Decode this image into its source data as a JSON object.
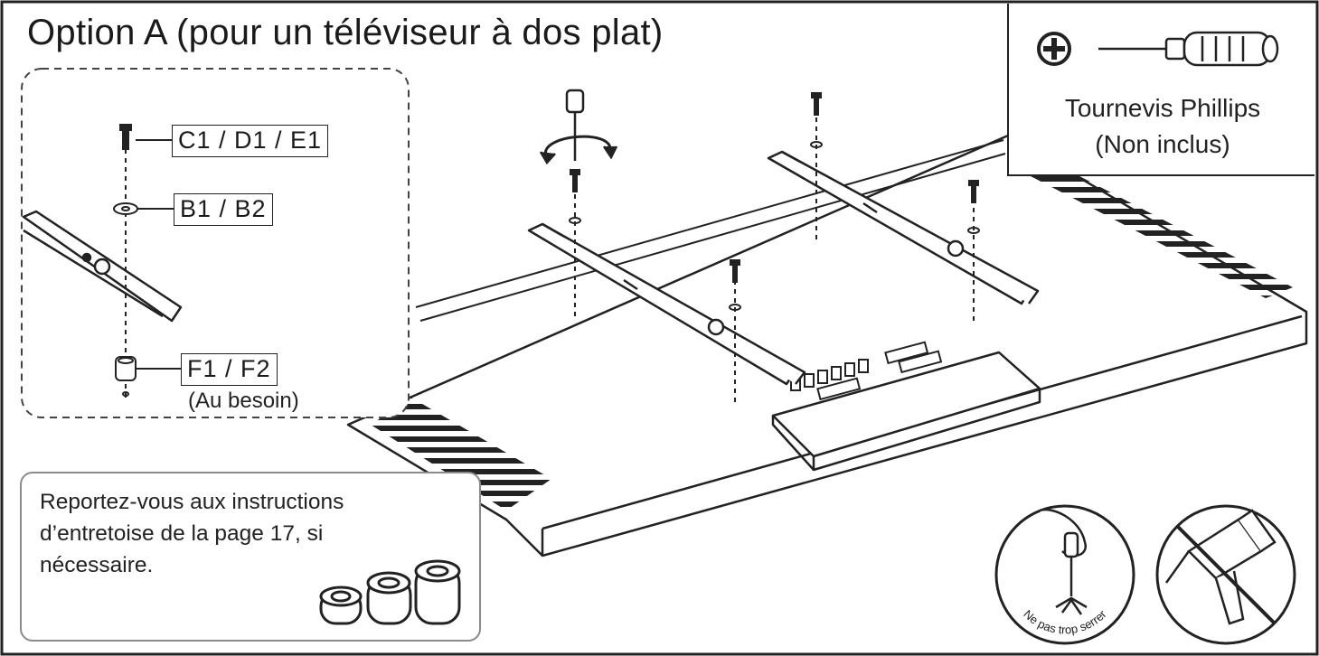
{
  "title": "Option A (pour un téléviseur à dos plat)",
  "tool": {
    "name": "Tournevis Phillips",
    "note": "(Non inclus)",
    "icons": [
      "phillips-plus-icon",
      "screwdriver-icon"
    ]
  },
  "parts": {
    "screw_label": "C1 / D1 / E1",
    "washer_label": "B1 / B2",
    "spacer_label": "F1 / F2",
    "spacer_note": "(Au besoin)"
  },
  "reference_note": {
    "lines": [
      "Reportez-vous aux instructions",
      "d’entretoise de la page 17, si",
      "nécessaire."
    ]
  },
  "warnings": {
    "hand_tighten_text": "Ne pas trop serrer",
    "icons": [
      "hand-screwdriver-icon",
      "no-power-drill-icon"
    ]
  },
  "colors": {
    "ink": "#1a1a1a",
    "ref_box_border": "#8a8a8a"
  }
}
